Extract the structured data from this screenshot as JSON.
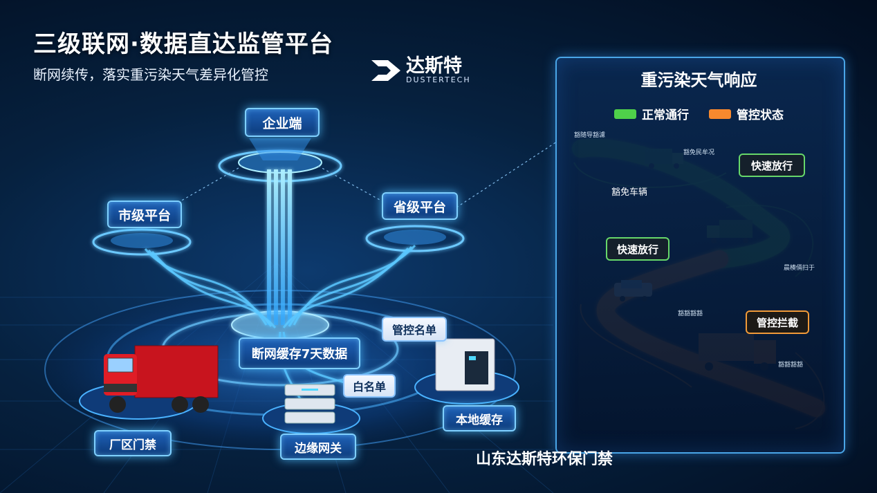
{
  "header": {
    "title": "三级联网·数据直达监管平台",
    "subtitle": "断网续传，落实重污染天气差异化管控"
  },
  "logo": {
    "name": "达斯特",
    "english": "DUSTERTECH"
  },
  "network": {
    "enterprise": "企业端",
    "city": "市级平台",
    "province": "省级平台",
    "cache_banner": "断网缓存7天数据",
    "control_list": "管控名单",
    "whitelist": "白名单",
    "local_cache": "本地缓存",
    "factory_gate": "厂区门禁",
    "edge_gateway": "边缘网关"
  },
  "panel": {
    "title": "重污染天气响应",
    "legend": [
      {
        "label": "正常通行",
        "color": "#4fd04a"
      },
      {
        "label": "管控状态",
        "color": "#f7892e"
      }
    ],
    "callouts": {
      "fast_pass_1": "快速放行",
      "fast_pass_2": "快速放行",
      "control_intercept": "管控拦截"
    },
    "road_labels": {
      "exempt_vehicle": "豁免车辆",
      "tiny_1": "豁随导豁濾",
      "tiny_2": "豁免民牟况",
      "tiny_3": "晨楱倆扫于",
      "tiny_4": "豁豁豁豁",
      "tiny_5": "豁豁豁豁"
    }
  },
  "footer": "山东达斯特环保门禁",
  "colors": {
    "normal": "#4fd04a",
    "control": "#f7892e",
    "glow": "#5cc8ff",
    "panel_border": "#4aa6e8"
  }
}
